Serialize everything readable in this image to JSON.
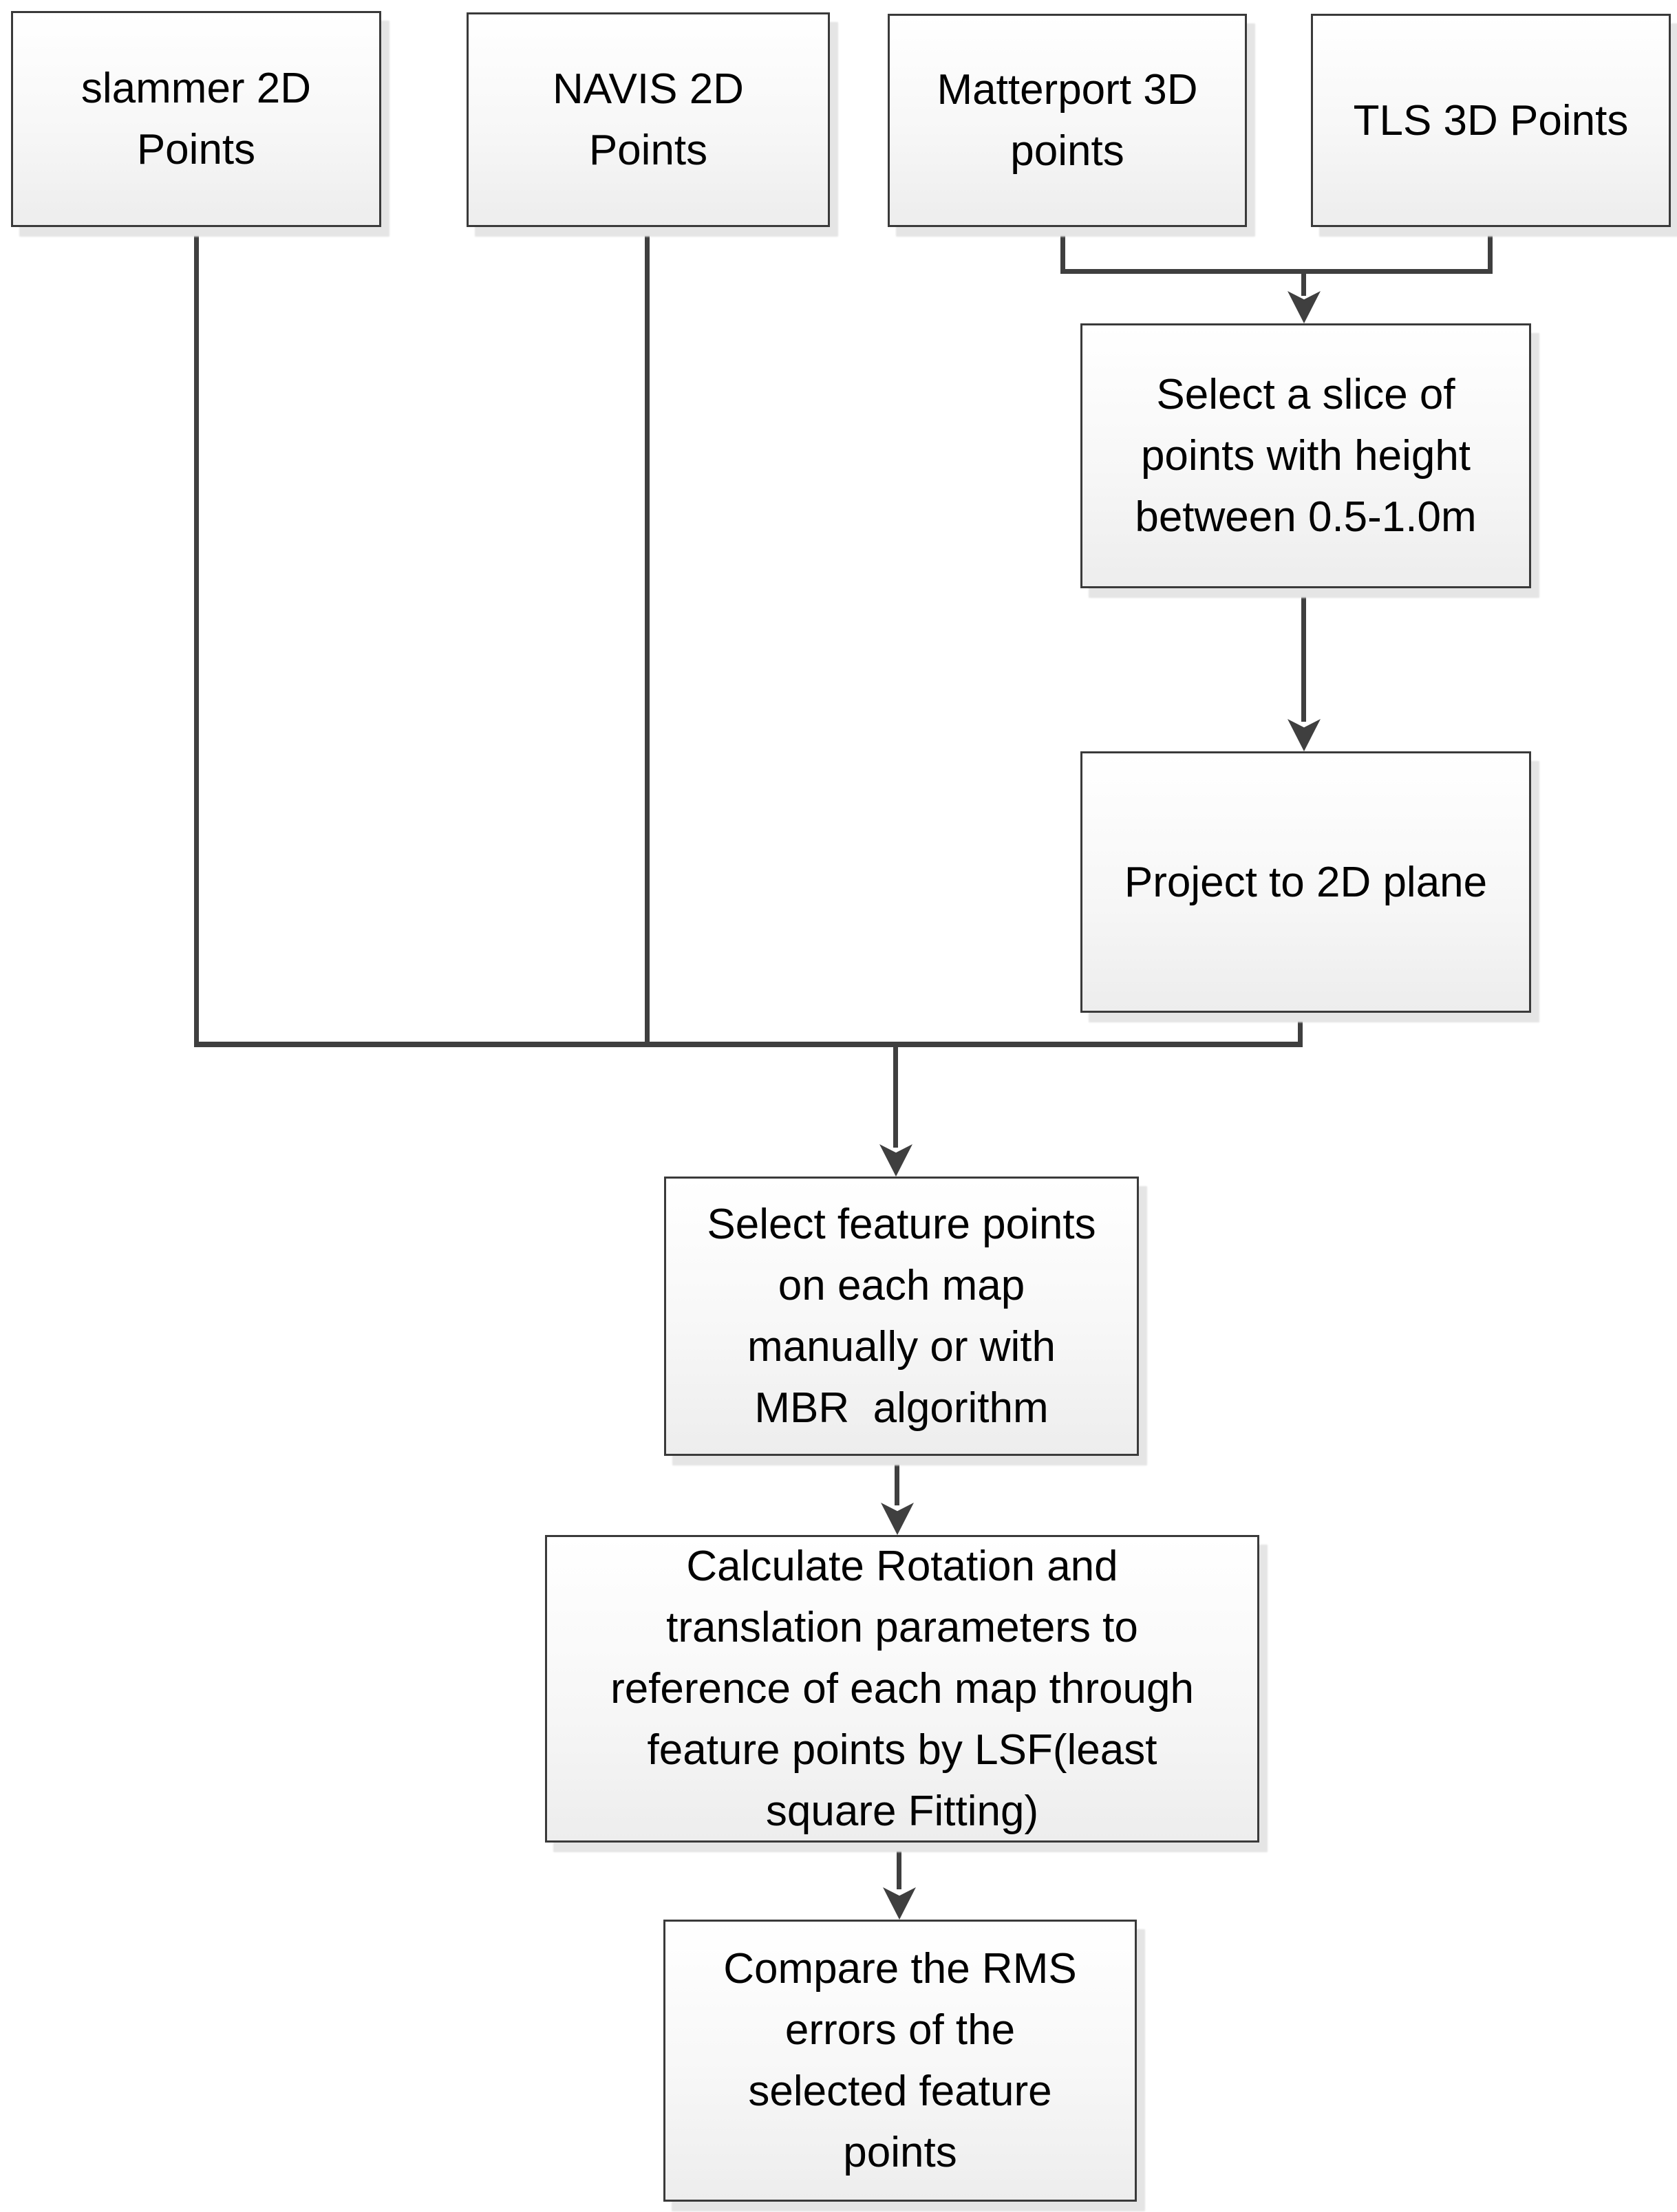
{
  "diagram": {
    "title": "Map registration and accuracy comparison flowchart",
    "colors": {
      "background": "#ffffff",
      "node_border": "#3a3a3a",
      "node_fill_top": "#ffffff",
      "node_fill_bottom": "#ededed",
      "connector": "#3f3f3f",
      "shadow": "#e5e5e5",
      "text": "#000000"
    },
    "nodes": {
      "slammer": {
        "label": "slammer 2D\nPoints"
      },
      "navis": {
        "label": "NAVIS 2D\nPoints"
      },
      "matterport": {
        "label": "Matterport 3D\npoints"
      },
      "tls": {
        "label": "TLS 3D Points"
      },
      "slice": {
        "label": "Select a slice of\npoints with height\nbetween 0.5-1.0m"
      },
      "project": {
        "label": "Project to 2D plane"
      },
      "select_features": {
        "label": "Select feature points\non each map\nmanually or with\nMBR  algorithm"
      },
      "calculate": {
        "label": "Calculate Rotation and\ntranslation parameters to\nreference of each map through\nfeature points by LSF(least\nsquare Fitting)"
      },
      "compare": {
        "label": "Compare the RMS\nerrors of the\nselected feature\npoints"
      }
    },
    "edges": [
      {
        "from": "matterport",
        "to": "slice"
      },
      {
        "from": "tls",
        "to": "slice"
      },
      {
        "from": "slice",
        "to": "project"
      },
      {
        "from": "slammer",
        "to": "select_features"
      },
      {
        "from": "navis",
        "to": "select_features"
      },
      {
        "from": "project",
        "to": "select_features"
      },
      {
        "from": "select_features",
        "to": "calculate"
      },
      {
        "from": "calculate",
        "to": "compare"
      }
    ]
  }
}
